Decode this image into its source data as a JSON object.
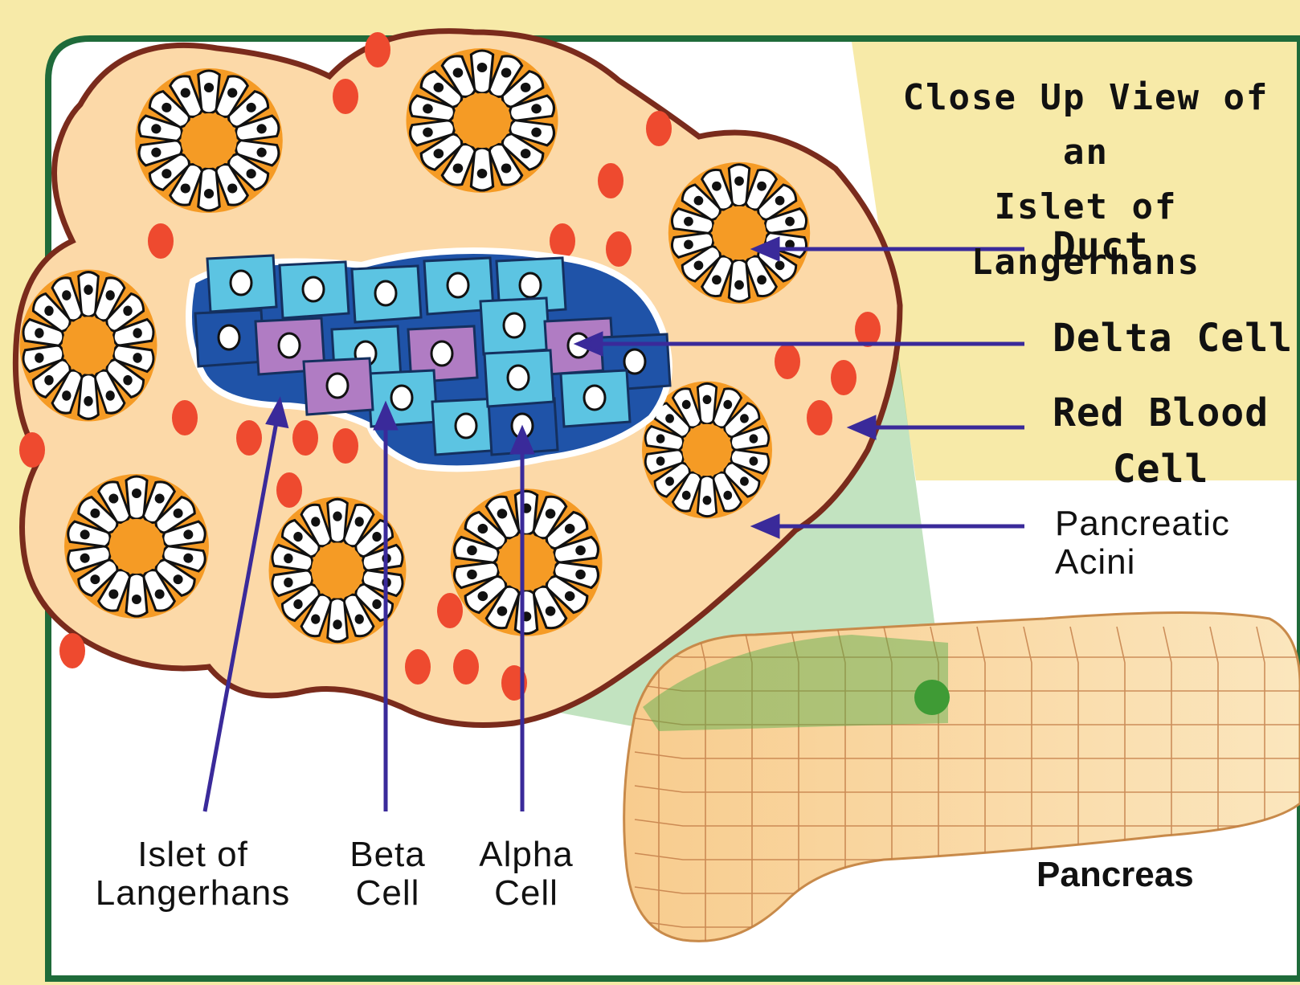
{
  "title": "Close Up View of an\nIslet of Langerhans",
  "labels": {
    "duct": "Duct",
    "delta_cell": "Delta Cell",
    "red_blood_cell": "Red Blood\nCell",
    "pancreatic_acini": "Pancreatic\nAcini",
    "islet_of_langerhans": "Islet of\nLangerhans",
    "beta_cell": "Beta\nCell",
    "alpha_cell": "Alpha\nCell",
    "pancreas": "Pancreas"
  },
  "colors": {
    "background": "#f7eaa8",
    "panel": "#ffffff",
    "panel_border": "#1f6b3a",
    "tissue": "#fcd9a8",
    "tissue_outline": "#7a2b1c",
    "acinus_fill": "#f59b25",
    "red_blood_cell": "#ee4a2f",
    "beta_cell": "#5cc4e2",
    "alpha_cell": "#1f53a8",
    "delta_cell": "#b07cc3",
    "pointer": "#3a2a9a",
    "pancreas": "#f7c98a",
    "magnifier": "#4fae4a"
  }
}
